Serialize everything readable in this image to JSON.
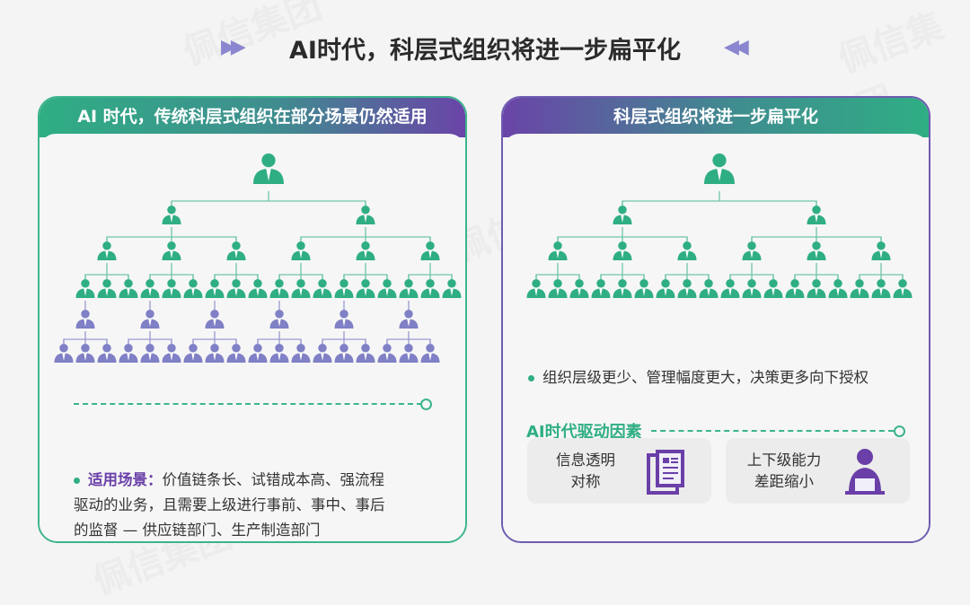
{
  "title": "AI时代，科层式组织将进一步扁平化",
  "watermark": "佩信集团",
  "colors": {
    "green": "#2fae84",
    "purple": "#6a3fa8",
    "lavender": "#7f80c6",
    "line_green": "#6fc6a6",
    "line_purple": "#9a9bd2"
  },
  "left_card": {
    "header": "AI 时代，传统科层式组织在部分场景仍然适用",
    "tree": {
      "green_levels": [
        1,
        2,
        6,
        18
      ],
      "purple_managers": 6,
      "purple_children_each": 3
    },
    "keyword": "适用场景：",
    "lines": [
      "价值链条长、试错成本高、强流程",
      "驱动的业务，且需要上级进行事前、事中、事后",
      "的监督 — 供应链部门、生产制造部门"
    ]
  },
  "right_card": {
    "header": "科层式组织将进一步扁平化",
    "tree": {
      "green_levels": [
        1,
        2,
        6,
        18
      ]
    },
    "bullet": "组织层级更少、管理幅度更大，决策更多向下授权",
    "subtitle": "AI时代驱动因素",
    "factors": [
      {
        "line1": "信息透明",
        "line2": "对称",
        "icon": "document-icon"
      },
      {
        "line1": "上下级能力",
        "line2": "差距缩小",
        "icon": "person-laptop-icon"
      }
    ]
  }
}
